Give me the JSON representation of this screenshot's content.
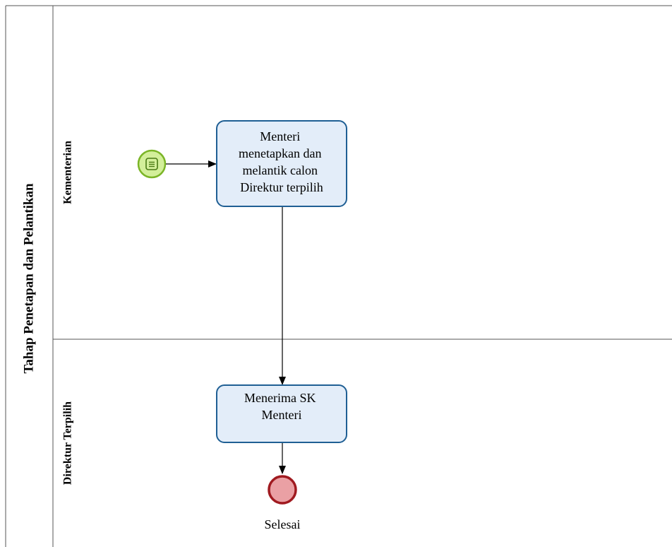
{
  "pool": {
    "title": "Tahap Penetapan dan Pelantikan"
  },
  "lanes": [
    {
      "label": "Kementerian"
    },
    {
      "label": "Direktur Terpilih"
    }
  ],
  "tasks": [
    {
      "lines": [
        "Menteri",
        "menetapkan dan",
        "melantik calon",
        "Direktur terpilih"
      ]
    },
    {
      "lines": [
        "Menerima SK",
        "Menteri"
      ]
    }
  ],
  "start_event": {
    "icon": "message-icon"
  },
  "end_event": {
    "label": "Selesai"
  },
  "colors": {
    "task_fill": "#e3edf9",
    "task_stroke": "#1f5f94",
    "start_fill": "#d3ef9a",
    "start_stroke": "#7bb527",
    "end_fill": "#eaa0a4",
    "end_stroke": "#a01a20",
    "line": "#555555"
  }
}
